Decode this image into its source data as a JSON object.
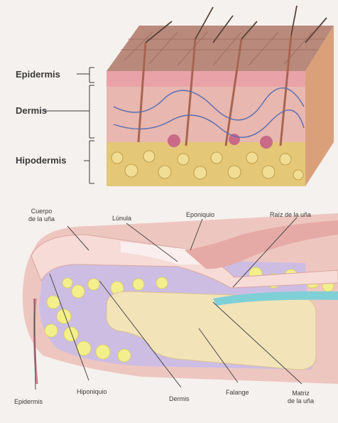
{
  "skin_labels": {
    "epidermis": "Epidermis",
    "dermis": "Dermis",
    "hipodermis": "Hipodermis"
  },
  "nail_labels": {
    "cuerpo_line1": "Cuerpo",
    "cuerpo_line2": "de la uña",
    "lunula": "Lúnula",
    "eponiquio": "Eponiquio",
    "raiz": "Raíz de la uña",
    "epidermis": "Epidermis",
    "hiponiquio": "Hiponiquio",
    "dermis": "Dermis",
    "falange": "Falange",
    "matriz_line1": "Matriz",
    "matriz_line2": "de la uña"
  },
  "colors": {
    "background": "#f4f1ee",
    "epidermis": "#e9a3a8",
    "dermis": "#e7b7b0",
    "fat": "#e8d27a",
    "nail_plate": "#f3d6d1",
    "bone": "#f2e3b9",
    "fat_globule": "#f3ef8c",
    "tissue_purple": "#cdbde3",
    "matrix_blue": "#7fd0d6"
  }
}
